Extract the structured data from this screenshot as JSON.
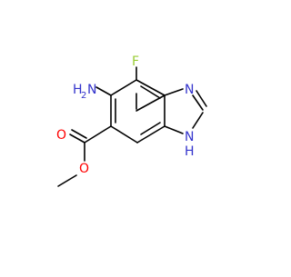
{
  "molecule": {
    "atoms": {
      "amino_nh2": {
        "label": "H2N",
        "main": "N",
        "sub": "H",
        "sub2": "2",
        "color": "#3333cc"
      },
      "fluoro": {
        "label": "F",
        "color": "#99cc33"
      },
      "imine_n": {
        "label": "N",
        "color": "#3333cc"
      },
      "nh": {
        "label": "N",
        "h": "H",
        "color": "#3333cc"
      },
      "carbonyl_o": {
        "label": "O",
        "color": "#ff0000"
      },
      "ester_o": {
        "label": "O",
        "color": "#ff0000"
      }
    },
    "bond_color": "#000000"
  }
}
